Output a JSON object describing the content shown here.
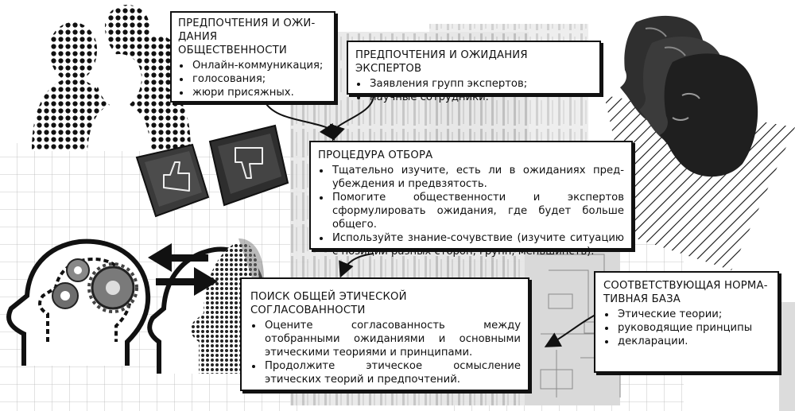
{
  "boxes": {
    "public": {
      "title": "ПРЕДПОЧТЕНИЯ И ОЖИ-ДАНИЯ ОБЩЕСТВЕННОСТИ",
      "items": [
        "Онлайн-коммуникация;",
        "голосования;",
        "жюри присяжных."
      ]
    },
    "experts": {
      "title": "ПРЕДПОЧТЕНИЯ И ОЖИДАНИЯ ЭКСПЕРТОВ",
      "items": [
        "Заявления групп экспертов;",
        "научные сотрудники."
      ]
    },
    "selection": {
      "title": "ПРОЦЕДУРА ОТБОРА",
      "items": [
        "Тщательно изучите, есть ли в ожиданиях пред-убеждения и предвзятость.",
        "Помогите общественности и экспертов сформулировать ожидания, где будет больше общего.",
        "Используйте знание-сочувствие (изучите ситуацию с позиции разных сторон, групп, меньшинств)."
      ]
    },
    "consensus": {
      "title": "ПОИСК ОБЩЕЙ ЭТИЧЕСКОЙ СОГЛАСОВАННОСТИ",
      "items": [
        "Оцените согласованность между отобранными ожиданиями и основными этическими теориями и принципами.",
        "Продолжите этическое осмысление этических теорий и предпочтений."
      ]
    },
    "normative": {
      "title": "СООТВЕТСТВУЮЩАЯ НОРМА-ТИВНАЯ БАЗА",
      "items": [
        "Этические теории;",
        "руководящие принципы",
        "декларации."
      ]
    }
  },
  "icons": {
    "thumbs_up": "thumbs-up-key-icon",
    "thumbs_down": "thumbs-down-key-icon",
    "gears": "gears-head-icon",
    "crowd": "crowd-silhouette-icon",
    "faces": "faces-profile-icon"
  }
}
